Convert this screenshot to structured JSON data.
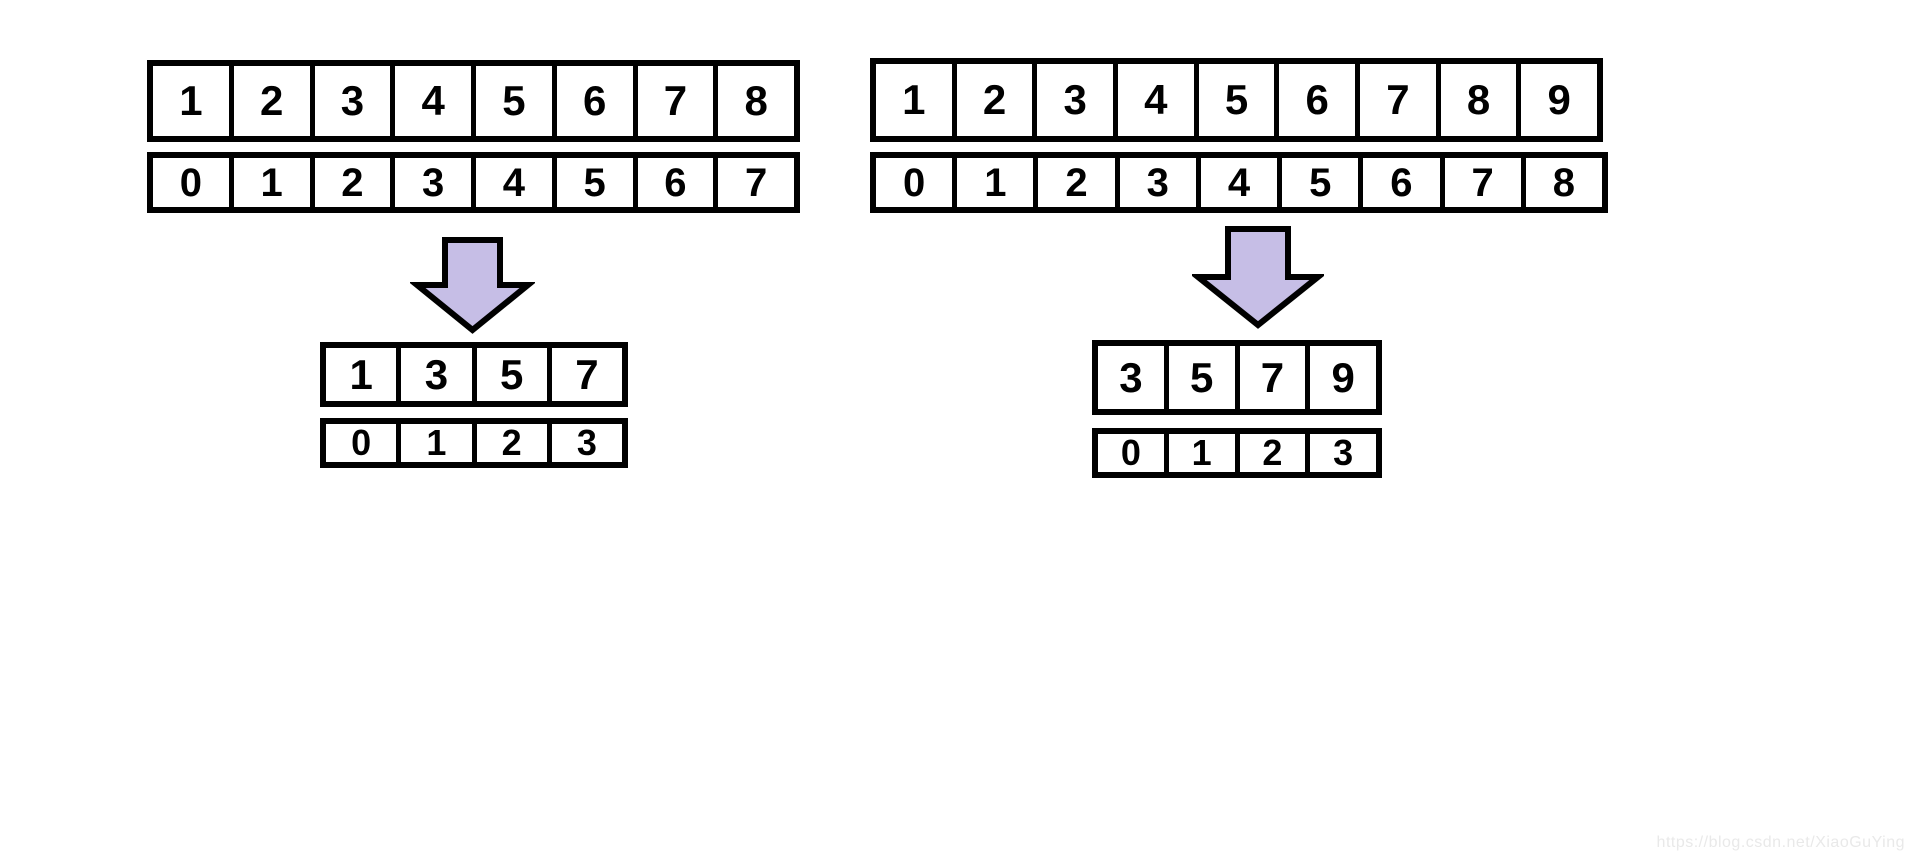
{
  "arrow": {
    "fill": "#c6bee6",
    "outline": "#000000",
    "direction": "down"
  },
  "colors": {
    "background": "#ffffff",
    "border": "#000000",
    "watermark_text": "#e9e9e9"
  },
  "diagram": {
    "left": {
      "source": {
        "values": [
          "1",
          "2",
          "3",
          "4",
          "5",
          "6",
          "7",
          "8"
        ],
        "indices": [
          "0",
          "1",
          "2",
          "3",
          "4",
          "5",
          "6",
          "7"
        ]
      },
      "result": {
        "values": [
          "1",
          "3",
          "5",
          "7"
        ],
        "indices": [
          "0",
          "1",
          "2",
          "3"
        ]
      }
    },
    "right": {
      "source": {
        "values": [
          "1",
          "2",
          "3",
          "4",
          "5",
          "6",
          "7",
          "8",
          "9"
        ],
        "indices": [
          "0",
          "1",
          "2",
          "3",
          "4",
          "5",
          "6",
          "7",
          "8"
        ]
      },
      "result": {
        "values": [
          "3",
          "5",
          "7",
          "9"
        ],
        "indices": [
          "0",
          "1",
          "2",
          "3"
        ]
      }
    }
  },
  "watermark": {
    "text": "https://blog.csdn.net/XiaoGuYing"
  }
}
